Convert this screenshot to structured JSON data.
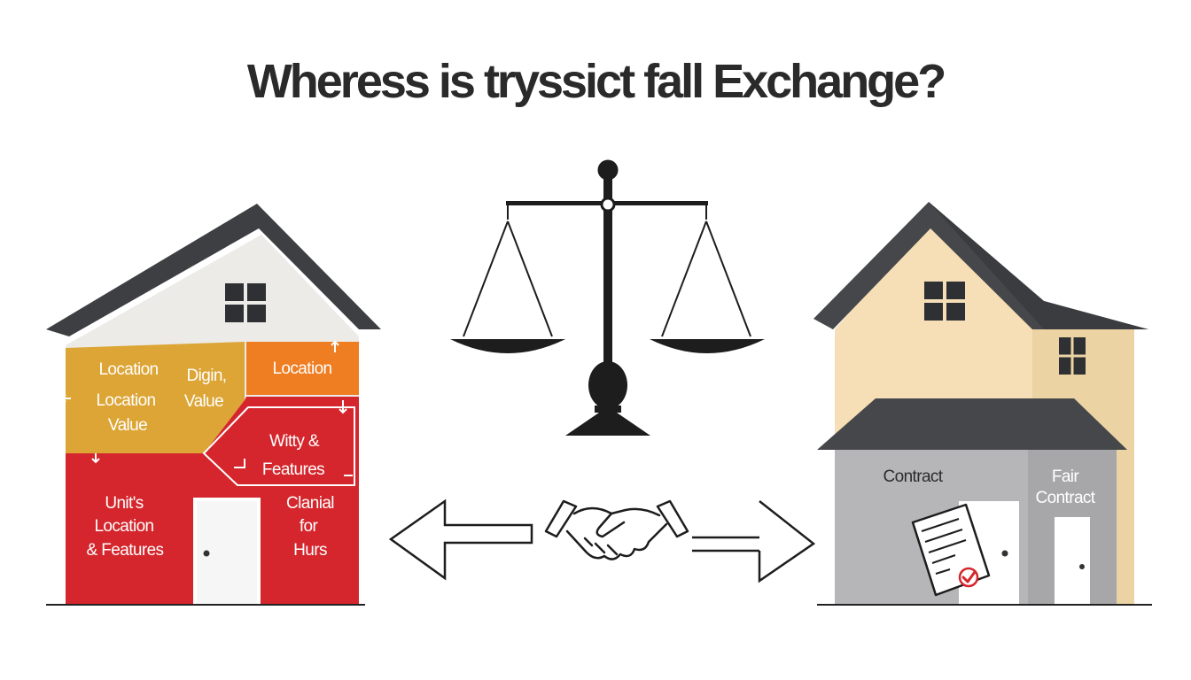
{
  "title": "Wheress is tryssict fall Exchange?",
  "left_house": {
    "labels": {
      "yellow_line1": "Location",
      "yellow_line2": "Location",
      "yellow_line3": "Value",
      "digin_line1": "Digin,",
      "digin_line2": "Value",
      "orange": "Location",
      "features_line1": "Witty &",
      "features_line2": "Features",
      "red_left_line1": "Unit's",
      "red_left_line2": "Location",
      "red_left_line3": "& Features",
      "red_right_line1": "Clanial",
      "red_right_line2": "for",
      "red_right_line3": "Hurs"
    },
    "colors": {
      "yellow": "#dca535",
      "orange": "#ef7d22",
      "red": "#d4262c",
      "roof": "#3d3f42",
      "gable": "#ecebe8"
    }
  },
  "right_house": {
    "labels": {
      "contract": "Contract",
      "fair_line1": "Fair",
      "fair_line2": "Contract"
    },
    "colors": {
      "wall": "#f6dfb6",
      "wall_side": "#ecd3a4",
      "extension": "#b6b6b8",
      "roof": "#45474a"
    }
  },
  "center": {
    "icons": [
      "balance-scale-icon",
      "handshake-icon",
      "arrow-left-icon",
      "arrow-right-icon",
      "contract-document-icon",
      "checkmark-icon"
    ]
  }
}
